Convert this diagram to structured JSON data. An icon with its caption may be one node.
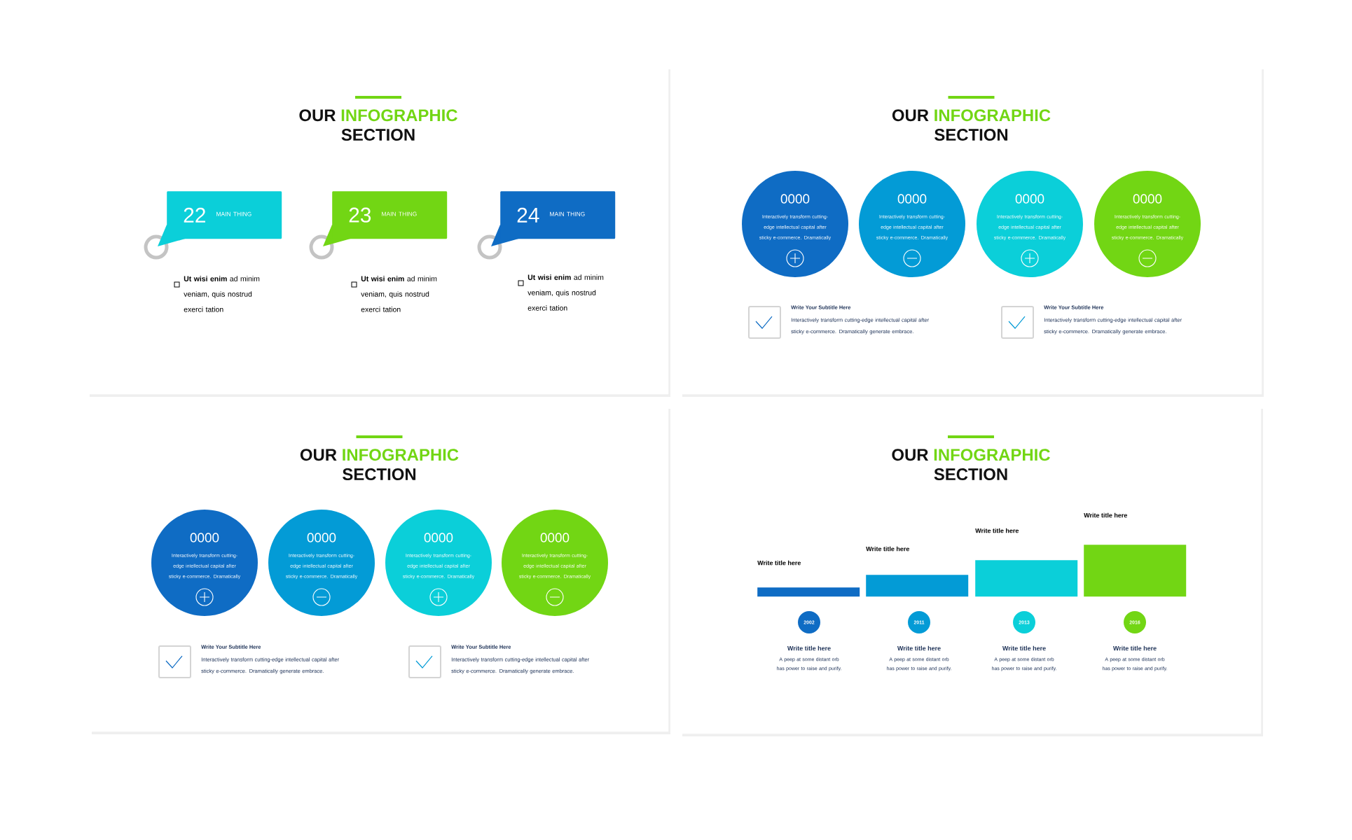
{
  "diagram": {
    "nodes": [
      {
        "text": [
          "OUR",
          "INFOGRAPHIC",
          "SECTION"
        ]
      },
      {
        "text": [
          "22",
          "MAIN THING"
        ],
        "in": 0
      },
      {
        "text": [
          "23",
          "MAIN THING"
        ],
        "in": 0
      },
      {
        "text": [
          "24",
          "MAIN THING"
        ],
        "in": 0
      },
      {
        "text": [
          "OUR",
          "INFOGRAPHIC",
          "SECTION"
        ]
      },
      {
        "text": [
          "0000",
          "Interactively transform cutting-edge intellectual capital after sticky e-commerce. Dramatically"
        ],
        "in": 4
      },
      {
        "text": [
          "0000",
          "Interactively transform cutting-edge intellectual capital after sticky e-commerce. Dramatically"
        ],
        "in": 4
      },
      {
        "text": [
          "0000",
          "Interactively transform cutting-edge intellectual capital after sticky e-commerce. Dramatically"
        ],
        "in": 4
      },
      {
        "text": [
          "0000",
          "Interactively transform cutting-edge intellectual capital after sticky e-commerce. Dramatically"
        ],
        "in": 4
      },
      {
        "text": [],
        "shape": "box",
        "in": 4,
        "beside": [
          "Write Your Subtitle Here",
          "Interactively transform cutting-edge intellectual capital after sticky e-commerce. Dramatically generate embrace."
        ]
      },
      {
        "text": [],
        "shape": "box",
        "in": 4,
        "beside": [
          "Write Your Subtitle Here",
          "Interactively transform cutting-edge intellectual capital after sticky e-commerce. Dramatically generate embrace."
        ]
      },
      {
        "text": [
          "OUR",
          "INFOGRAPHIC",
          "SECTION"
        ]
      },
      {
        "text": [
          "0000",
          "Interactively transform cutting-edge intellectual capital after sticky e-commerce. Dramatically"
        ],
        "in": 11
      },
      {
        "text": [
          "0000",
          "Interactively transform cutting-edge intellectual capital after sticky e-commerce. Dramatically"
        ],
        "in": 11
      },
      {
        "text": [
          "0000",
          "Interactively transform cutting-edge intellectual capital after sticky e-commerce. Dramatically"
        ],
        "in": 11
      },
      {
        "text": [
          "0000",
          "Interactively transform cutting-edge intellectual capital after sticky e-commerce. Dramatically"
        ],
        "in": 11
      },
      {
        "text": [],
        "shape": "box",
        "in": 11,
        "beside": [
          "Write Your Subtitle Here",
          "Interactively transform cutting-edge intellectual capital after sticky e-commerce. Dramatically generate embrace."
        ]
      },
      {
        "text": [],
        "shape": "box",
        "in": 11,
        "beside": [
          "Write Your Subtitle Here",
          "Interactively transform cutting-edge intellectual capital after sticky e-commerce. Dramatically generate embrace."
        ]
      },
      {
        "text": [
          "OUR",
          "INFOGRAPHIC",
          "SECTION"
        ]
      },
      {
        "text": [],
        "shape": "bar",
        "in": 18
      },
      {
        "text": [],
        "shape": "bar",
        "in": 18
      },
      {
        "text": [],
        "shape": "bar",
        "in": 18
      },
      {
        "text": [],
        "shape": "bar",
        "in": 18
      },
      {
        "text": [
          "2002"
        ],
        "in": 18,
        "beside": [
          "Write title here",
          "A peep at some distant orb has power to raise and purify."
        ]
      },
      {
        "text": [
          "2011"
        ],
        "in": 18,
        "beside": [
          "Write title here",
          "A peep at some distant orb has power to raise and purify."
        ]
      },
      {
        "text": [
          "2013"
        ],
        "in": 18,
        "beside": [
          "Write title here",
          "A peep at some distant orb has power to raise and purify."
        ]
      },
      {
        "text": [
          "2016"
        ],
        "in": 18,
        "beside": [
          "Write title here",
          "A peep at some distant orb has power to raise and purify."
        ]
      }
    ],
    "labels": [
      "**Ut wisi enim** ad minim veniam, quis nostrud exerci tation",
      "**Ut wisi enim** ad minim veniam, quis nostrud exerci tation",
      "**Ut wisi enim** ad minim veniam, quis nostrud exerci tation",
      "Write title here",
      "Write title here",
      "Write title here",
      "Write title here"
    ]
  }
}
